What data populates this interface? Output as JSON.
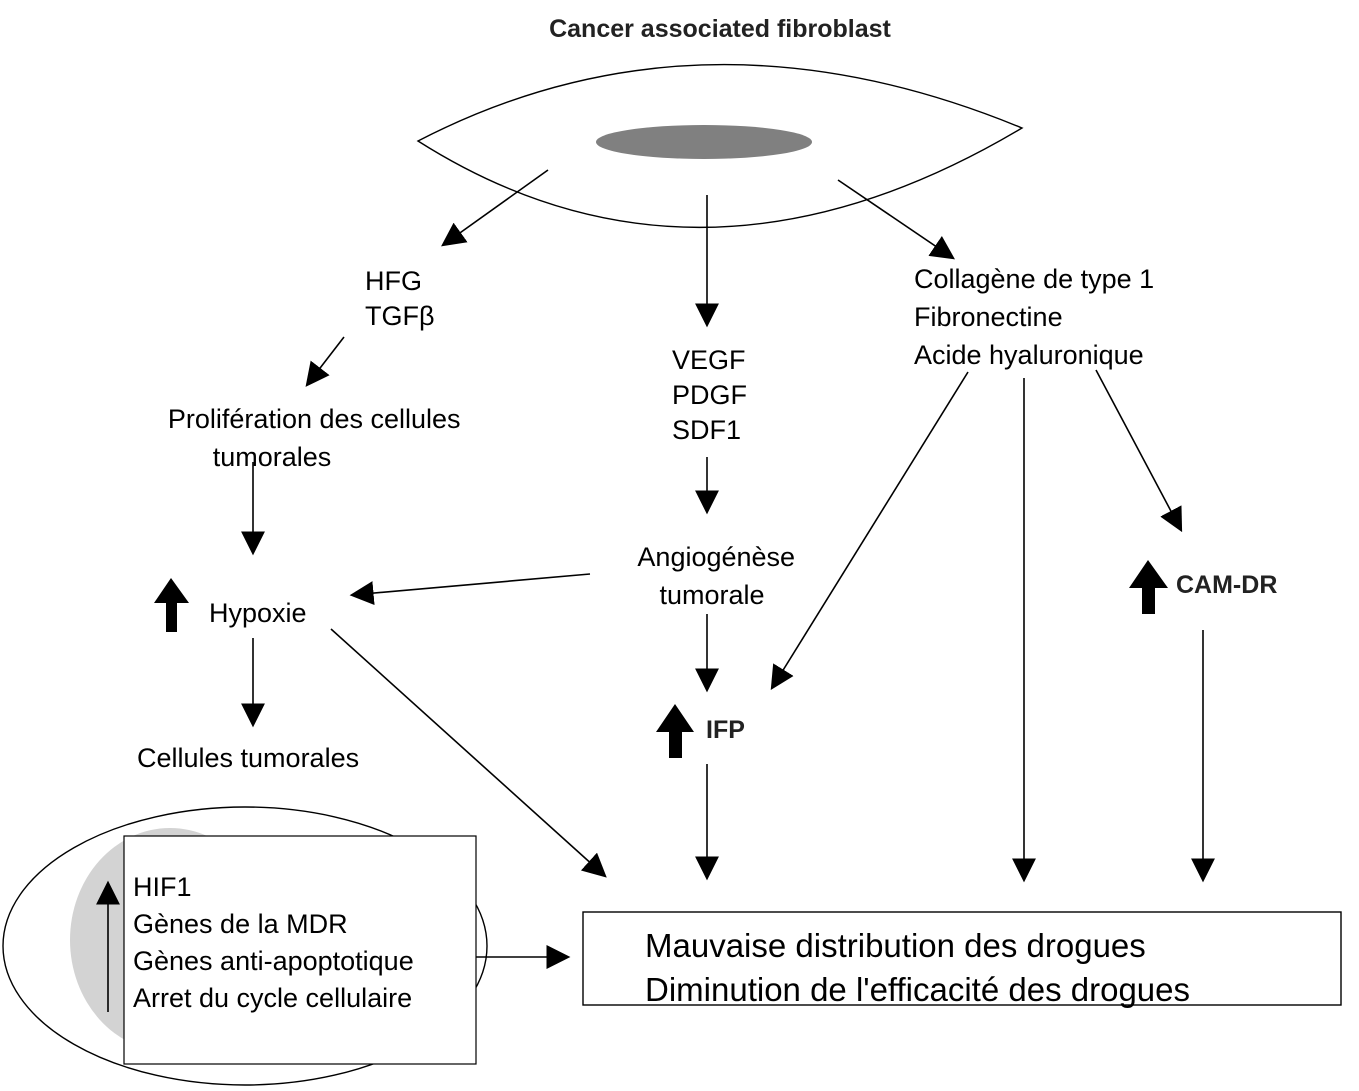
{
  "title": "Cancer associated fibroblast",
  "nodes": {
    "growth_factors": [
      "HFG",
      "TGFβ"
    ],
    "angio_factors": [
      "VEGF",
      "PDGF",
      "SDF1"
    ],
    "matrix": [
      "Collagène de type 1",
      "Fibronectine",
      "Acide hyaluronique"
    ],
    "proliferation": [
      "Prolifération des cellules",
      "tumorales"
    ],
    "angiogenesis": [
      "Angiogénèse",
      "tumorale"
    ],
    "hypoxia": "Hypoxie",
    "cam_dr": "CAM-DR",
    "ifp": "IFP",
    "tumor_cells": "Cellules tumorales",
    "tumor_cell_box": [
      "HIF1",
      "Gènes de la MDR",
      "Gènes anti-apoptotique",
      "Arret du cycle cellulaire"
    ],
    "outcome": [
      "Mauvaise distribution des drogues",
      "Diminution de l'efficacité des drogues"
    ]
  }
}
